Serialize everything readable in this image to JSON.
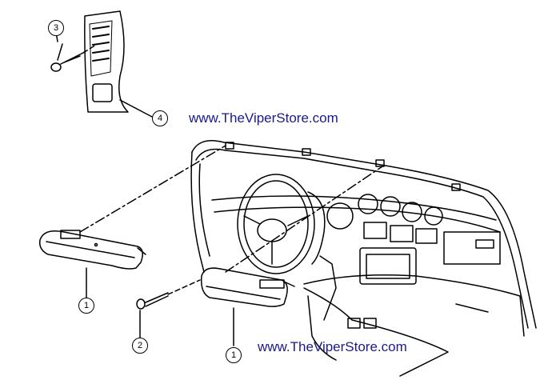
{
  "watermarks": [
    "www.TheViperStore.com",
    "www.TheViperStore.com"
  ],
  "callouts": {
    "sun_visor_left": "1",
    "sun_visor_right": "1",
    "screw_visor": "2",
    "screw_trim": "3",
    "pillar_trim": "4"
  },
  "colors": {
    "watermark": "#1a1a8c",
    "line": "#000000"
  }
}
